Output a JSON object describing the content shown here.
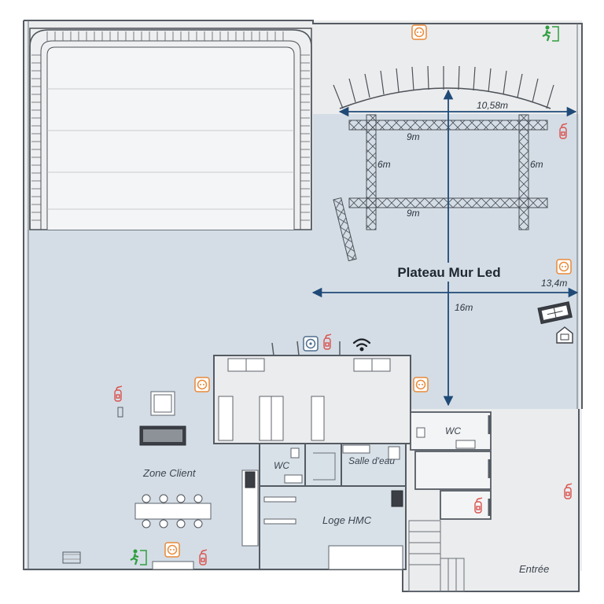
{
  "plan": {
    "title": "Plateau Mur Led",
    "dimensions": {
      "curve_width": "10,58m",
      "truss_top": "9m",
      "truss_bottom": "9m",
      "truss_left_height": "6m",
      "truss_right_height": "6m",
      "depth": "13,4m",
      "width": "16m"
    },
    "rooms": {
      "zone_client": "Zone Client",
      "wc_center": "WC",
      "salle_deau": "Salle d'eau",
      "loge": "Loge HMC",
      "wc_right": "WC",
      "entree": "Entrée"
    },
    "colors": {
      "floor": "#d4dde5",
      "studio_grey": "#ebeced",
      "dimension_line": "#1f4a78",
      "outlet": "#e88a3a",
      "extinguisher": "#d9534f",
      "exit_sign": "#2e9e3e"
    },
    "icons": [
      "exit-icon",
      "power-outlet-icon",
      "fire-extinguisher-icon",
      "wifi-icon",
      "network-socket-icon",
      "projector-icon"
    ]
  }
}
